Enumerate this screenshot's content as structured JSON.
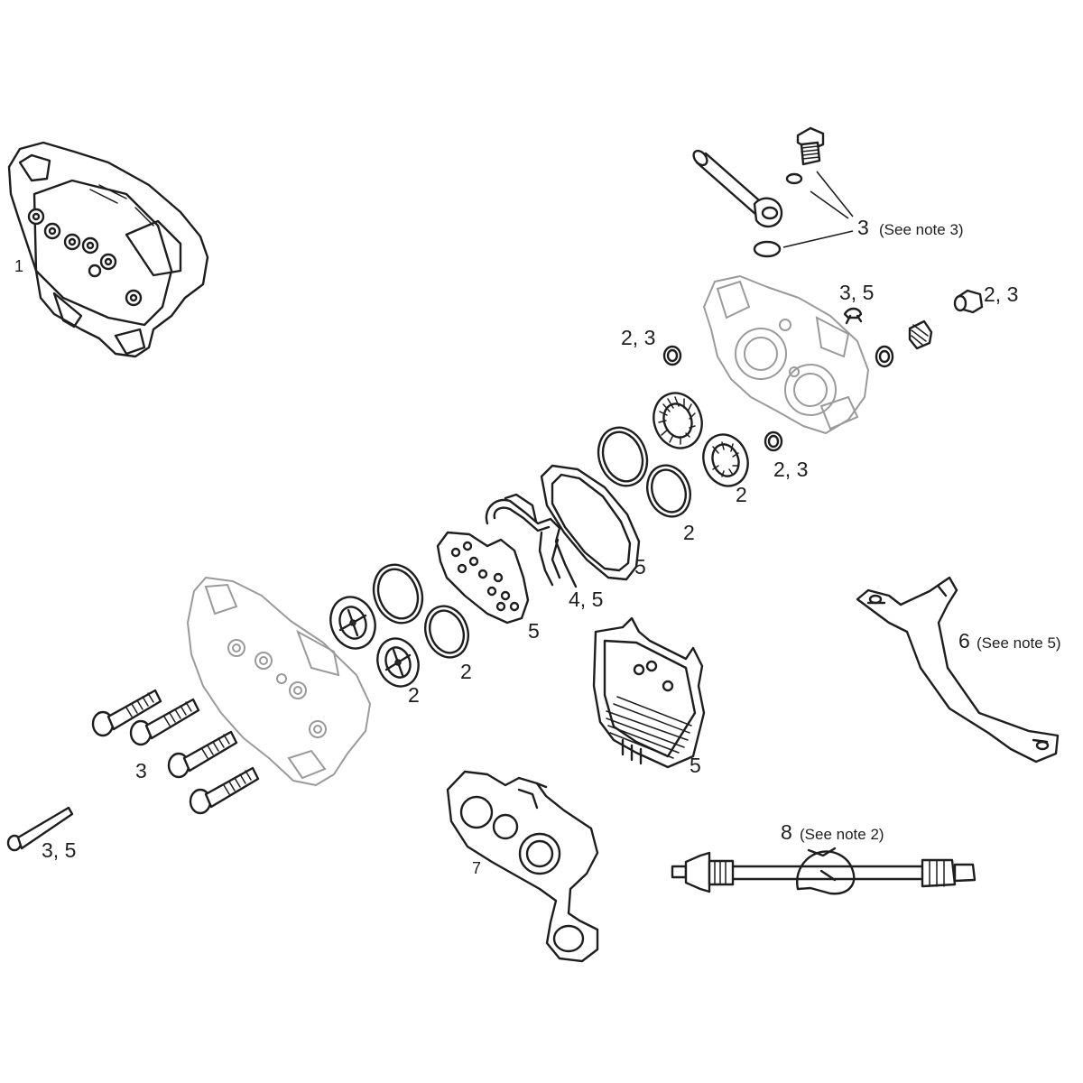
{
  "callouts": {
    "c1": "1",
    "c3_top": "3",
    "c3_top_note": "(See note 3)",
    "c35_top": "3, 5",
    "c23_banjo": "2, 3",
    "c23_left": "2, 3",
    "c23_mid": "2, 3",
    "c2_right_piston": "2",
    "c2_right_seal": "2",
    "c5_pad": "5",
    "c45_spring": "4, 5",
    "c5_shim": "5",
    "c6": "6",
    "c6_note": "(See note 5)",
    "c2_left_seal": "2",
    "c2_left_piston": "2",
    "c5_pad_front": "5",
    "c3_bolts": "3",
    "c35_pin": "3, 5",
    "c7": "7",
    "c8": "8",
    "c8_note": "(See note 2)"
  },
  "colors": {
    "line": "#1e1e1e",
    "ghost": "#9a9a9a",
    "background": "#ffffff"
  }
}
